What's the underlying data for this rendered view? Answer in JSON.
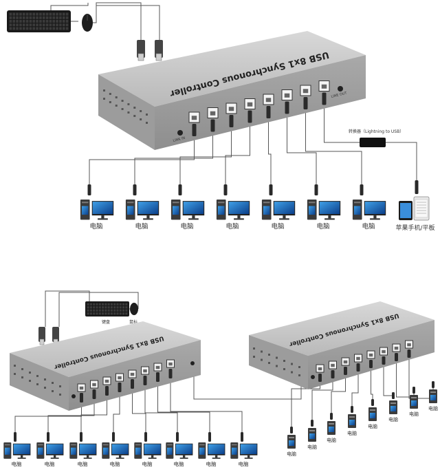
{
  "top_controller": {
    "title": "USB 8x1 Synchronous Controller",
    "port_link_in": "LINK IN",
    "port_line_out": "LINE OUT"
  },
  "bottom_left_controller": {
    "title": "USB 8x1 Synchronous Controller"
  },
  "bottom_right_controller": {
    "title": "USB 8x1 Synchronous Controller"
  },
  "adapter_label": "转换器（Lightning to USB）",
  "top_devices": [
    "电脑",
    "电脑",
    "电脑",
    "电脑",
    "电脑",
    "电脑",
    "电脑",
    "苹果手机/平板"
  ],
  "bottom_left_devices": [
    "电脑",
    "电脑",
    "电脑",
    "电脑",
    "电脑",
    "电脑",
    "电脑",
    "电脑"
  ],
  "bottom_right_devices": [
    "电脑",
    "电脑",
    "电脑",
    "电脑",
    "电脑",
    "电脑",
    "电脑",
    "电脑"
  ],
  "keyboard_label": "键盘",
  "mouse_label": "鼠标"
}
